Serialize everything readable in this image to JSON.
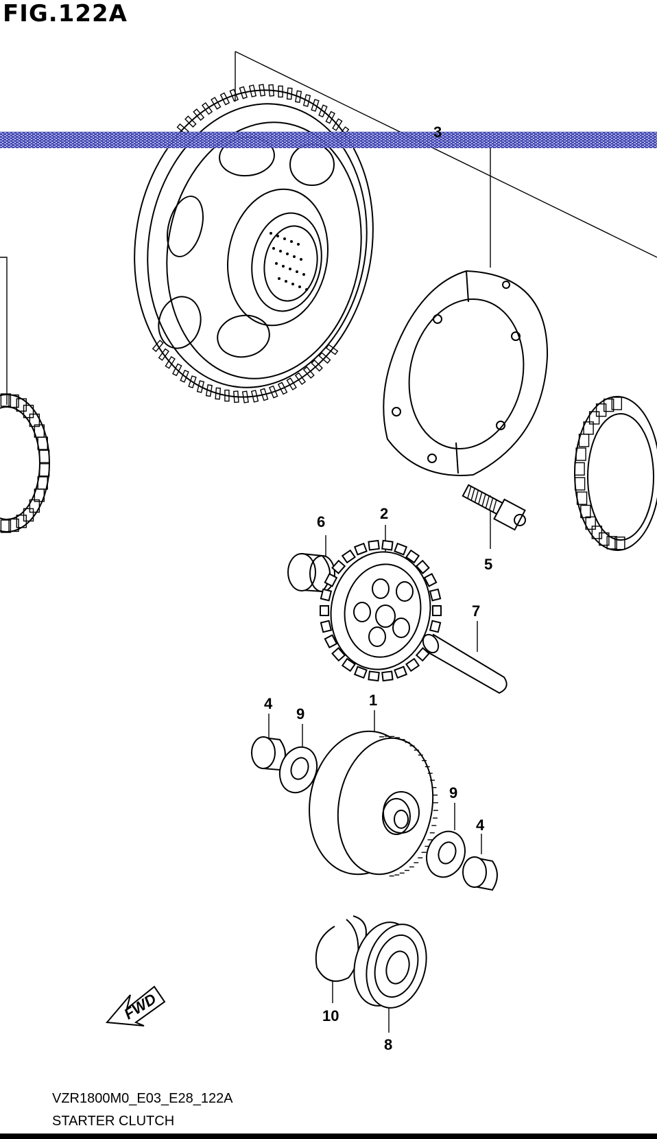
{
  "figure": {
    "title": "FIG.122A",
    "code": "VZR1800M0_E03_E28_122A",
    "name": "STARTER CLUTCH",
    "fwd_label": "FWD"
  },
  "callouts": [
    {
      "id": "callout-3",
      "label": "3"
    },
    {
      "id": "callout-6",
      "label": "6"
    },
    {
      "id": "callout-2",
      "label": "2"
    },
    {
      "id": "callout-5",
      "label": "5"
    },
    {
      "id": "callout-7",
      "label": "7"
    },
    {
      "id": "callout-4-left",
      "label": "4"
    },
    {
      "id": "callout-9-left",
      "label": "9"
    },
    {
      "id": "callout-1",
      "label": "1"
    },
    {
      "id": "callout-9-right",
      "label": "9"
    },
    {
      "id": "callout-4-right",
      "label": "4"
    },
    {
      "id": "callout-10",
      "label": "10"
    },
    {
      "id": "callout-8",
      "label": "8"
    }
  ],
  "colors": {
    "line": "#000000",
    "scan_band": "#2b2f9e"
  }
}
